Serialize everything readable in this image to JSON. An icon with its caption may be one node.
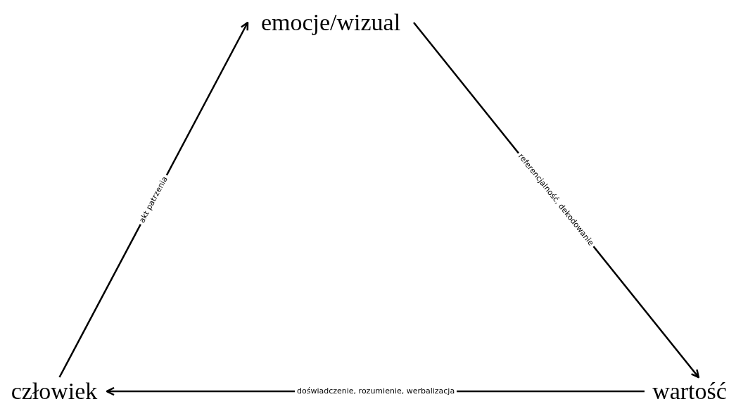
{
  "diagram": {
    "nodes": [
      {
        "text": [
          "emocje/wizual"
        ]
      },
      {
        "text": [
          "człowiek"
        ]
      },
      {
        "text": [
          "wartość"
        ]
      }
    ],
    "edges": [
      {
        "from": 1,
        "to": 0,
        "arrow": "to",
        "label": "akt patrzenia"
      },
      {
        "from": 0,
        "to": 2,
        "arrow": "to",
        "label": "referencjalność, dekodowanie"
      },
      {
        "from": 2,
        "to": 1,
        "arrow": "to",
        "label": "doświadczenie, rozumienie, werbalizacja"
      }
    ]
  }
}
